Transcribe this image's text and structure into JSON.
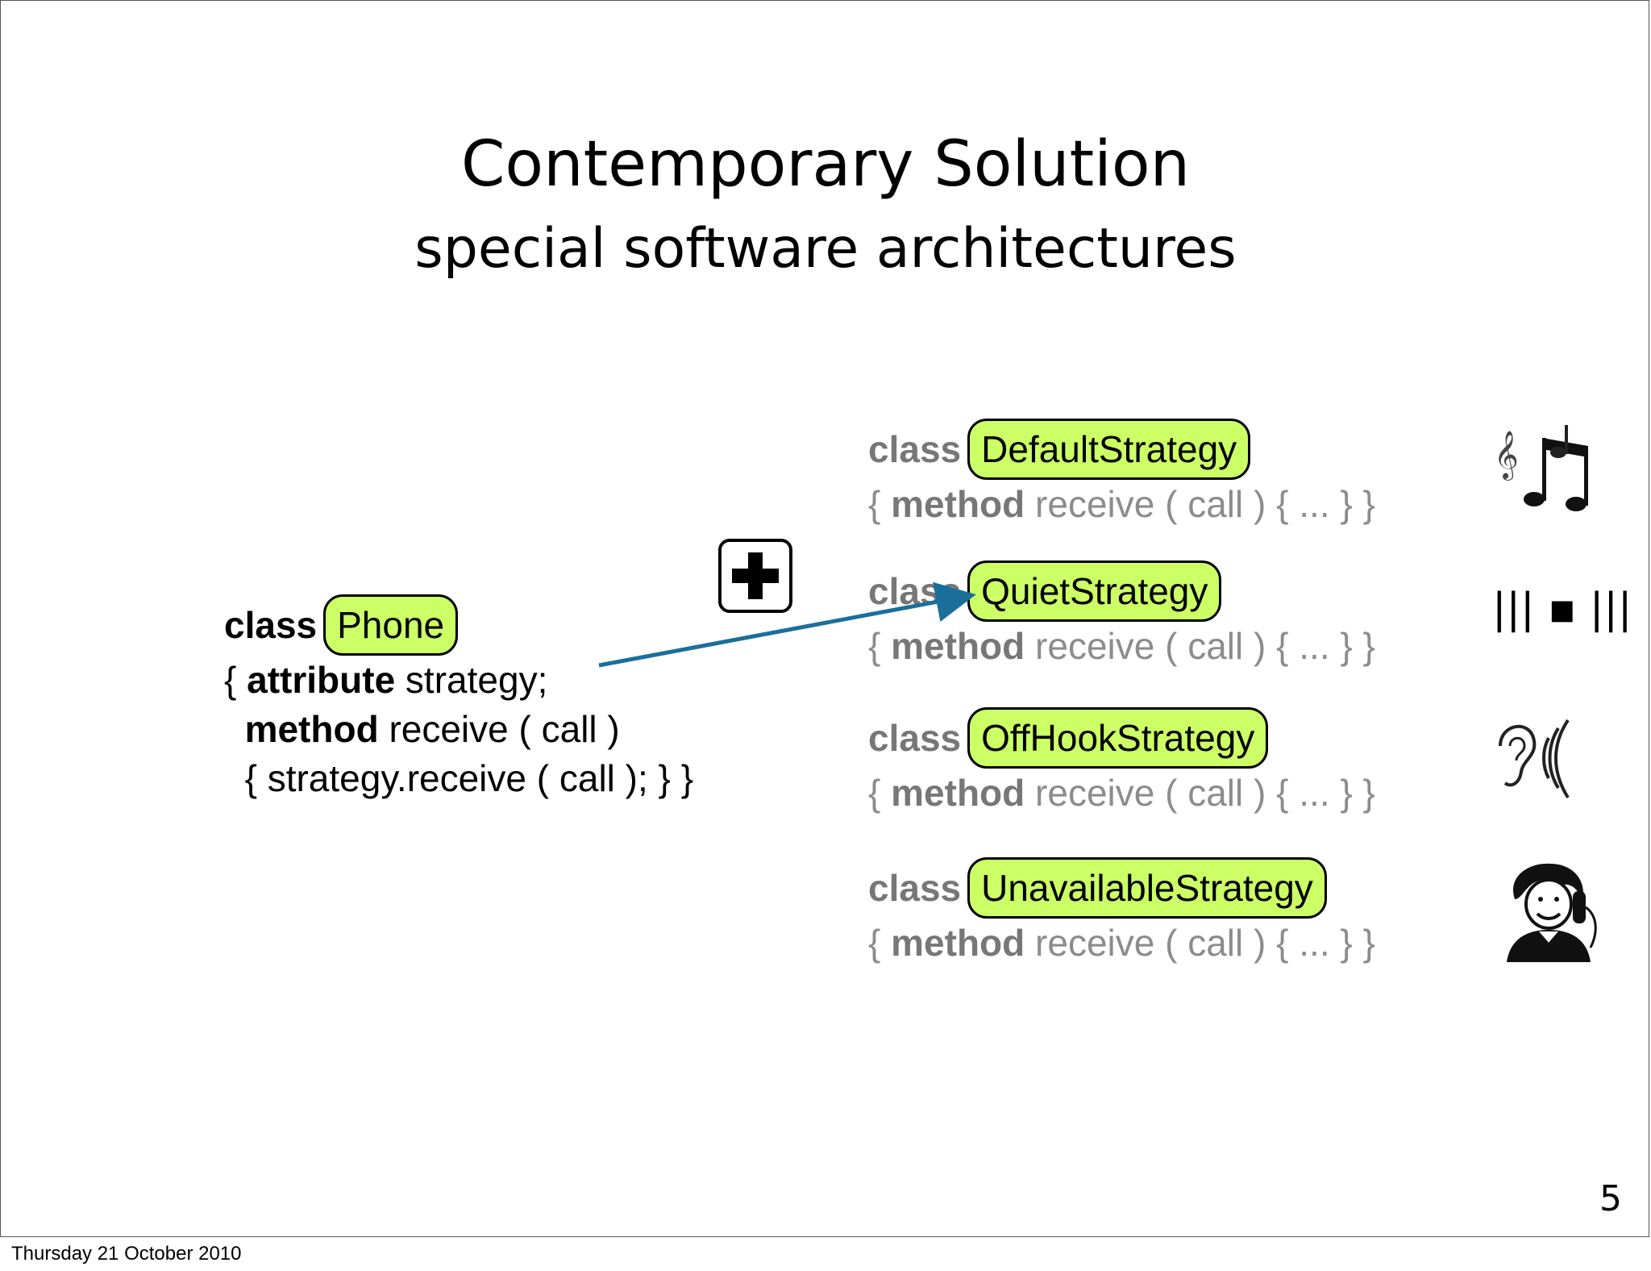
{
  "slide": {
    "title": "Contemporary Solution",
    "subtitle": "special software architectures",
    "page_number": "5",
    "footer_date": "Thursday 21 October 2010"
  },
  "phone_class": {
    "kw_class": "class",
    "name": "Phone",
    "line2_open": "{ ",
    "kw_attribute": "attribute",
    "line2_rest": " strategy;",
    "kw_method": "method",
    "line3_rest": " receive ( call )",
    "line4": "{ strategy.receive ( call ); } }"
  },
  "strategies": [
    {
      "kw_class": "class",
      "name": "DefaultStrategy",
      "body_open": "{ ",
      "kw_method": "method",
      "body_rest": " receive ( call ) { ... } }",
      "icon": "music-notes-icon"
    },
    {
      "kw_class": "class",
      "name": "QuietStrategy",
      "body_open": "{ ",
      "kw_method": "method",
      "body_rest": " receive ( call ) { ... } }",
      "icon": "vibration-icon"
    },
    {
      "kw_class": "class",
      "name": "OffHookStrategy",
      "body_open": "{ ",
      "kw_method": "method",
      "body_rest": " receive ( call ) { ... } }",
      "icon": "ear-sound-icon"
    },
    {
      "kw_class": "class",
      "name": "UnavailableStrategy",
      "body_open": "{ ",
      "kw_method": "method",
      "body_rest": " receive ( call ) { ... } }",
      "icon": "woman-phone-icon"
    }
  ],
  "vibration_text": "||| ▪ |||",
  "colors": {
    "highlight": "#ccff66",
    "arrow": "#1a6f9a",
    "dim_text": "#8c8c8c"
  },
  "icons": {
    "add": "plus-icon"
  }
}
